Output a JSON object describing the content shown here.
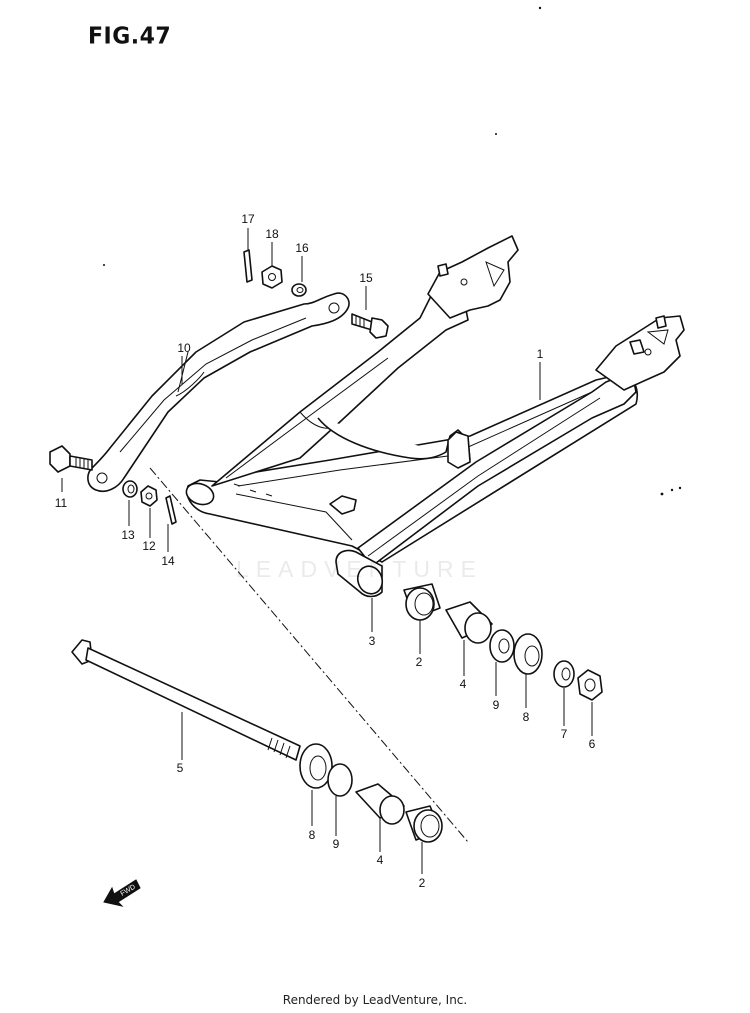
{
  "figure": {
    "title": "FIG.47"
  },
  "watermark": "LEADVENTURE",
  "footer": "Rendered by LeadVenture, Inc.",
  "fwd_label": "FWD",
  "callouts": [
    {
      "id": "c1",
      "label": "1"
    },
    {
      "id": "c2a",
      "label": "2"
    },
    {
      "id": "c2b",
      "label": "2"
    },
    {
      "id": "c3",
      "label": "3"
    },
    {
      "id": "c4a",
      "label": "4"
    },
    {
      "id": "c4b",
      "label": "4"
    },
    {
      "id": "c5",
      "label": "5"
    },
    {
      "id": "c6",
      "label": "6"
    },
    {
      "id": "c7",
      "label": "7"
    },
    {
      "id": "c8a",
      "label": "8"
    },
    {
      "id": "c8b",
      "label": "8"
    },
    {
      "id": "c9a",
      "label": "9"
    },
    {
      "id": "c9b",
      "label": "9"
    },
    {
      "id": "c10",
      "label": "10"
    },
    {
      "id": "c11",
      "label": "11"
    },
    {
      "id": "c12",
      "label": "12"
    },
    {
      "id": "c13",
      "label": "13"
    },
    {
      "id": "c14",
      "label": "14"
    },
    {
      "id": "c15",
      "label": "15"
    },
    {
      "id": "c16",
      "label": "16"
    },
    {
      "id": "c17",
      "label": "17"
    },
    {
      "id": "c18",
      "label": "18"
    }
  ]
}
